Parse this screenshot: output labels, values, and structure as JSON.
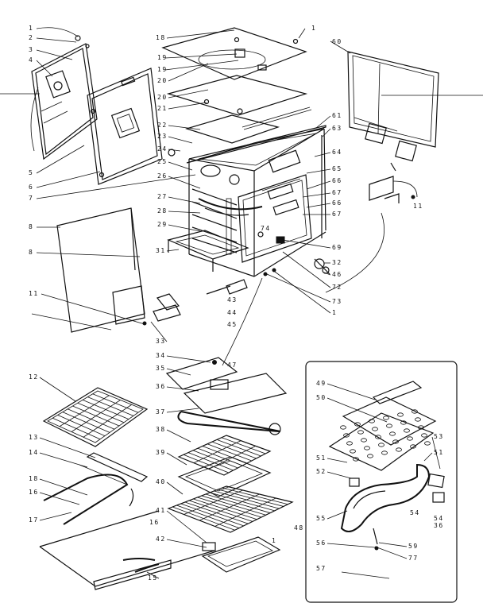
{
  "labels": {
    "n1a": "1",
    "n2": "2",
    "n3": "3",
    "n4": "4",
    "n5": "5",
    "n6": "6",
    "n7": "7",
    "n8a": "8",
    "n8b": "8",
    "n11a": "11",
    "n11b": "11",
    "n18a": "18",
    "n1b": "1",
    "n19": "19",
    "n20": "20",
    "n21": "21",
    "n22": "22",
    "n23": "23",
    "n24": "24",
    "n25": "25",
    "n26": "26",
    "n27": "27",
    "n28": "28",
    "n29": "29",
    "n31": "31",
    "n60": "60",
    "n61": "61",
    "n63": "63",
    "n64": "64",
    "n65": "65",
    "n66": "66",
    "n67a": "67",
    "n67b": "67",
    "n74": "74",
    "n69": "69",
    "n32": "32",
    "n46": "46",
    "n72": "72",
    "n73": "73",
    "n1c": "1",
    "n43": "43",
    "n44": "44",
    "n45": "45",
    "n33": "33",
    "n34": "34",
    "n47": "47",
    "n35": "35",
    "n36": "36",
    "n37": "37",
    "n38": "38",
    "n39": "39",
    "n40": "40",
    "n41": "41",
    "n42": "42",
    "n1d": "1",
    "n12": "12",
    "n13": "13",
    "n14": "14",
    "n18b": "18",
    "n16a": "16",
    "n17": "17",
    "n16b": "16",
    "n15": "15",
    "n49": "49",
    "n50": "50",
    "n51a": "51",
    "n52": "52",
    "n53": "53",
    "n51b": "51",
    "n55": "55",
    "n54a": "54",
    "n36b": "36",
    "n54b": "54",
    "n56": "56",
    "n59": "59",
    "n77": "77",
    "n57": "57",
    "n48": "48"
  }
}
